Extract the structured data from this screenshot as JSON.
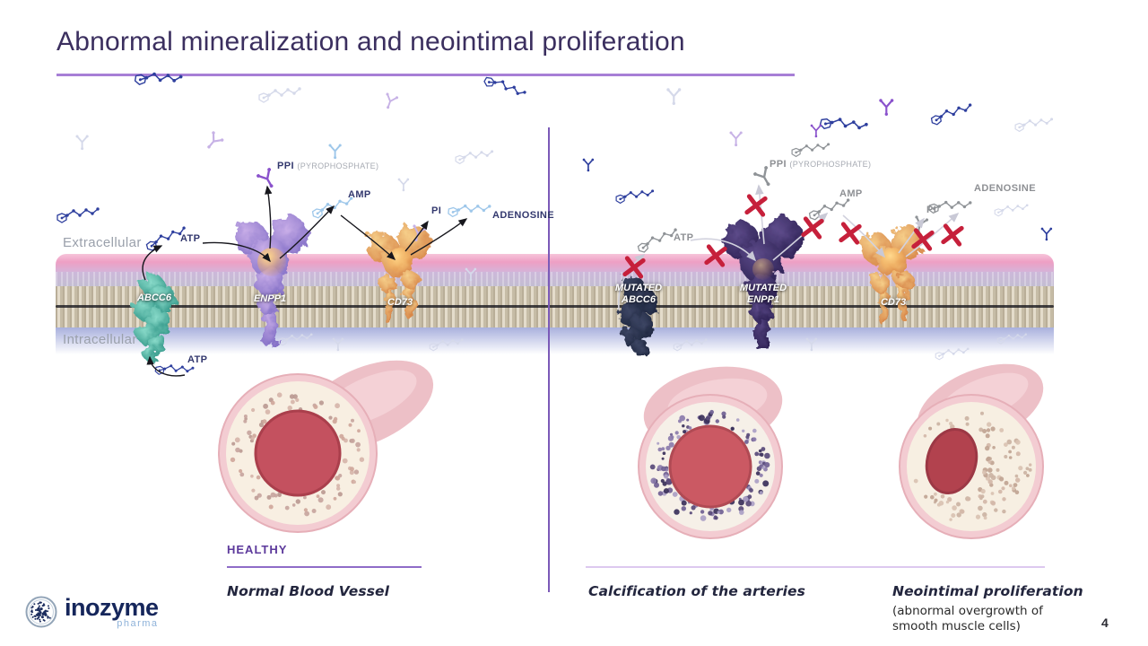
{
  "slide": {
    "title": "Abnormal mineralization and neointimal proliferation",
    "page_number": "4"
  },
  "membrane": {
    "extracellular": "Extracellular",
    "intracellular": "Intracellular"
  },
  "molecules": {
    "atp": "ATP",
    "ppi": "PPI",
    "ppi_full": "(PYROPHOSPHATE)",
    "amp": "AMP",
    "pi": "PI",
    "adenosine": "ADENOSINE"
  },
  "proteins": {
    "abcc6": "ABCC6",
    "enpp1": "ENPP1",
    "cd73": "CD73",
    "mutated": "MUTATED"
  },
  "vessels": [
    {
      "tag": "HEALTHY",
      "title": "Normal Blood Vessel"
    },
    {
      "title": "Calcification of the arteries"
    },
    {
      "title": "Neointimal proliferation",
      "subtitle_line1": "(abnormal overgrowth of",
      "subtitle_line2": "smooth muscle cells)"
    }
  ],
  "logo": {
    "name": "inozyme",
    "tagline": "pharma"
  },
  "colors": {
    "title_text": "#3b2f5f",
    "accent_purple": "#a77fd6",
    "divider_purple": "#7b5ab8",
    "red_x": "#c6203b",
    "healthy_purple": "#5d3a9c",
    "logo_navy": "#15265b",
    "logo_blue": "#8fb3da"
  }
}
